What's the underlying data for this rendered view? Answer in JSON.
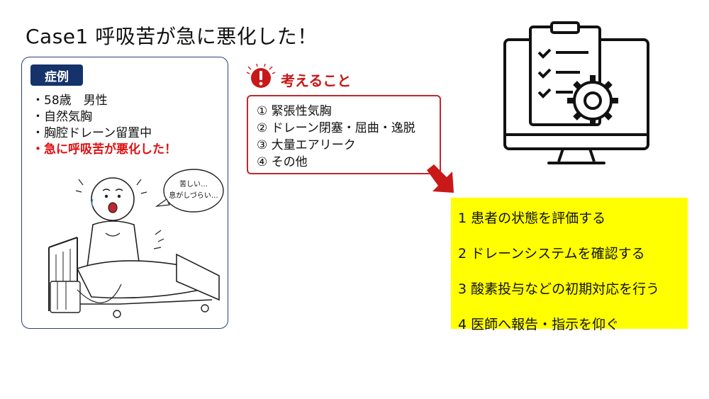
{
  "title": "Case1 呼吸苦が急に悪化した！",
  "case": {
    "label": "症例",
    "items": [
      "・58歳　男性",
      "・自然気胸",
      "・胸腔ドレーン留置中"
    ],
    "alert": "・急に呼吸苦が悪化した！"
  },
  "illustration": {
    "speech_line1": "苦しい…",
    "speech_line2": "息がしづらい…"
  },
  "think": {
    "heading": "考えること",
    "items": [
      "① 緊張性気胸",
      "② ドレーン閉塞・屈曲・逸脱",
      "③ 大量エアリーク",
      "④ その他"
    ]
  },
  "actions": {
    "items": [
      "1 患者の状態を評価する",
      "2 ドレーンシステムを確認する",
      "3 酸素投与などの初期対応を行う",
      "4 医師へ報告・指示を仰ぐ"
    ]
  },
  "colors": {
    "navy": "#15326b",
    "red": "#c81818",
    "highlight": "#ffff00"
  },
  "icons": {
    "think": "exclamation-icon",
    "monitor": "checklist-monitor-icon"
  }
}
